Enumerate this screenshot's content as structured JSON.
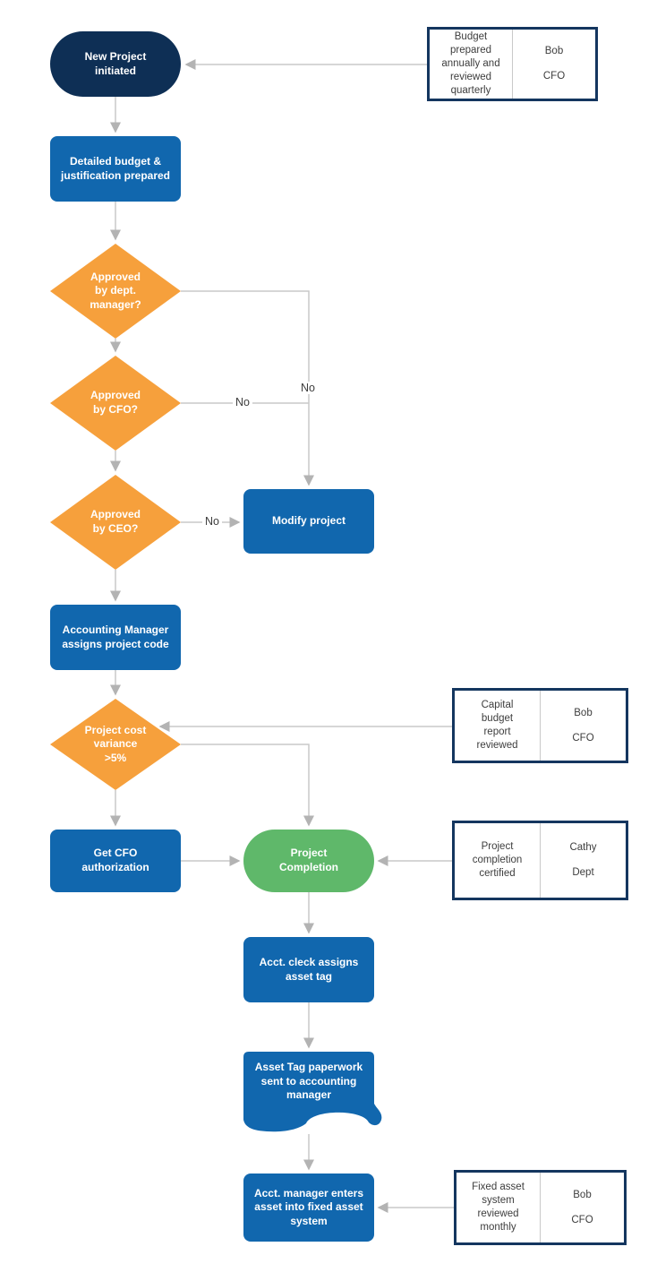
{
  "diagram": {
    "type": "flowchart",
    "nodes": {
      "start": {
        "label": "New Project\ninitiated",
        "shape": "terminator",
        "color": "#0e2f55"
      },
      "detailed_budget": {
        "label": "Detailed budget &\njustification prepared",
        "shape": "process",
        "color": "#1167ae"
      },
      "approved_dept": {
        "label": "Approved\nby dept.\nmanager?",
        "shape": "decision",
        "color": "#f6a03c"
      },
      "approved_cfo": {
        "label": "Approved\nby CFO?",
        "shape": "decision",
        "color": "#f6a03c"
      },
      "approved_ceo": {
        "label": "Approved\nby CEO?",
        "shape": "decision",
        "color": "#f6a03c"
      },
      "modify_project": {
        "label": "Modify project",
        "shape": "process",
        "color": "#1167ae"
      },
      "assign_code": {
        "label": "Accounting Manager\nassigns project code",
        "shape": "process",
        "color": "#1167ae"
      },
      "cost_variance": {
        "label": "Project cost\nvariance\n>5%",
        "shape": "decision",
        "color": "#f6a03c"
      },
      "get_cfo_auth": {
        "label": "Get CFO\nauthorization",
        "shape": "process",
        "color": "#1167ae"
      },
      "completion": {
        "label": "Project\nCompletion",
        "shape": "terminator",
        "color": "#5fb86a"
      },
      "assign_tag": {
        "label": "Acct. cleck assigns\nasset tag",
        "shape": "process",
        "color": "#1167ae"
      },
      "paperwork": {
        "label": "Asset Tag paperwork\nsent to accounting\nmanager",
        "shape": "document",
        "color": "#1167ae"
      },
      "enter_asset": {
        "label": "Acct. manager enters\nasset into fixed asset\nsystem",
        "shape": "process",
        "color": "#1167ae"
      }
    },
    "edge_labels": {
      "no_dept": "No",
      "no_cfo": "No",
      "no_ceo": "No"
    },
    "annotations": [
      {
        "note": "Budget\nprepared\nannually and\nreviewed\nquarterly",
        "person": "Bob",
        "role": "CFO"
      },
      {
        "note": "Capital\nbudget\nreport\nreviewed",
        "person": "Bob",
        "role": "CFO"
      },
      {
        "note": "Project\ncompletion\ncertified",
        "person": "Cathy",
        "role": "Dept"
      },
      {
        "note": "Fixed asset\nsystem\nreviewed\nmonthly",
        "person": "Bob",
        "role": "CFO"
      }
    ],
    "colors": {
      "terminator_navy": "#0e2f55",
      "process_blue": "#1167ae",
      "decision_orange": "#f6a03c",
      "completion_green": "#5fb86a",
      "annotation_border": "#14365f",
      "connector_gray": "#c9c9c9",
      "label_text": "#3d3d3d"
    }
  }
}
